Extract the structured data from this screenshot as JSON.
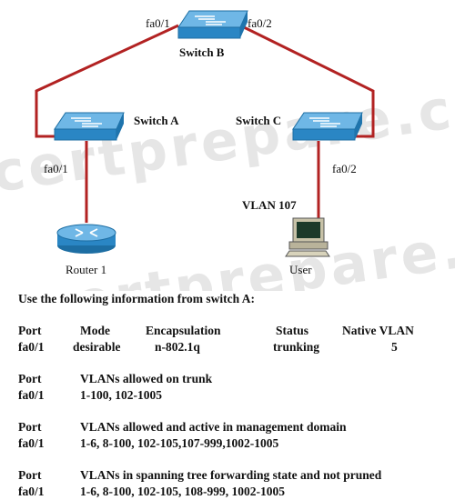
{
  "watermark": "certprepare.com",
  "nodes": {
    "switch_b": "Switch B",
    "switch_a": "Switch A",
    "switch_c": "Switch C",
    "router": "Router 1",
    "user": "User",
    "vlan": "VLAN 107"
  },
  "ports": {
    "b_left": "fa0/1",
    "b_right": "fa0/2",
    "a_down": "fa0/1",
    "c_down": "fa0/2"
  },
  "info": {
    "intro": "Use the following information from switch A:",
    "table1": {
      "headers": [
        "Port",
        "Mode",
        "Encapsulation",
        "Status",
        "Native VLAN"
      ],
      "values": [
        "fa0/1",
        "desirable",
        "n-802.1q",
        "trunking",
        "5"
      ]
    },
    "table2": {
      "headers": [
        "Port",
        "VLANs allowed on trunk"
      ],
      "values": [
        "fa0/1",
        "1-100, 102-1005"
      ]
    },
    "table3": {
      "headers": [
        "Port",
        "VLANs allowed and active in management domain"
      ],
      "values": [
        "fa0/1",
        "1-6, 8-100, 102-105,107-999,1002-1005"
      ]
    },
    "table4": {
      "headers": [
        "Port",
        "VLANs in spanning tree forwarding state and not pruned"
      ],
      "values": [
        "fa0/1",
        "1-6, 8-100, 102-105, 108-999, 1002-1005"
      ]
    }
  }
}
